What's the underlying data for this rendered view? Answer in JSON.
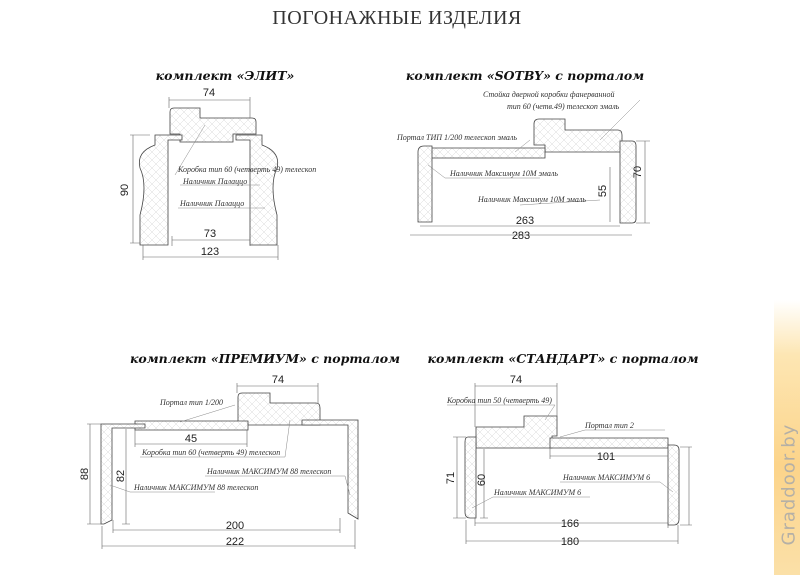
{
  "title": "ПОГОНАЖНЫЕ ИЗДЕЛИЯ",
  "kits": {
    "elit": {
      "title": "комплект «ЭЛИТ»",
      "dims": {
        "top": "74",
        "height": "90",
        "inner": "73",
        "total": "123"
      },
      "labels": [
        "Коробка тип 60 (четверть 49) телескоп",
        "Наличник Палаццо",
        "Наличник Палаццо"
      ]
    },
    "sotby": {
      "title": "комплект «SOTBY» с порталом",
      "dims": {
        "height": "70",
        "inner_height": "55",
        "inner": "263",
        "total": "283"
      },
      "labels": [
        "Стойка дверной коробки фанерванной",
        "тип 60 (четв.49) телескоп эмаль",
        "Портал ТИП 1/200 телескоп эмаль",
        "Наличник Максимум 10М эмаль",
        "Наличник Максимум 10М эмаль"
      ]
    },
    "premium": {
      "title": "комплект «ПРЕМИУМ» с порталом",
      "dims": {
        "top": "74",
        "portal": "45",
        "height": "88",
        "inner_height": "82",
        "inner": "200",
        "total": "222"
      },
      "labels": [
        "Портал тип 1/200",
        "Коробка тип 60 (четверть 49) телескоп",
        "Наличник МАКСИМУМ 88 телескоп",
        "Наличник МАКСИМУМ 88 телескоп"
      ]
    },
    "standard": {
      "title": "комплект «СТАНДАРТ» с порталом",
      "dims": {
        "top": "74",
        "portal": "101",
        "height": "71",
        "inner_height": "60",
        "inner": "166",
        "total": "180"
      },
      "labels": [
        "Коробка тип 50 (четверть 49)",
        "Портал тип 2",
        "Наличник МАКСИМУМ 6",
        "Наличник МАКСИМУМ 6"
      ]
    }
  },
  "watermark": "Graddoor.by"
}
